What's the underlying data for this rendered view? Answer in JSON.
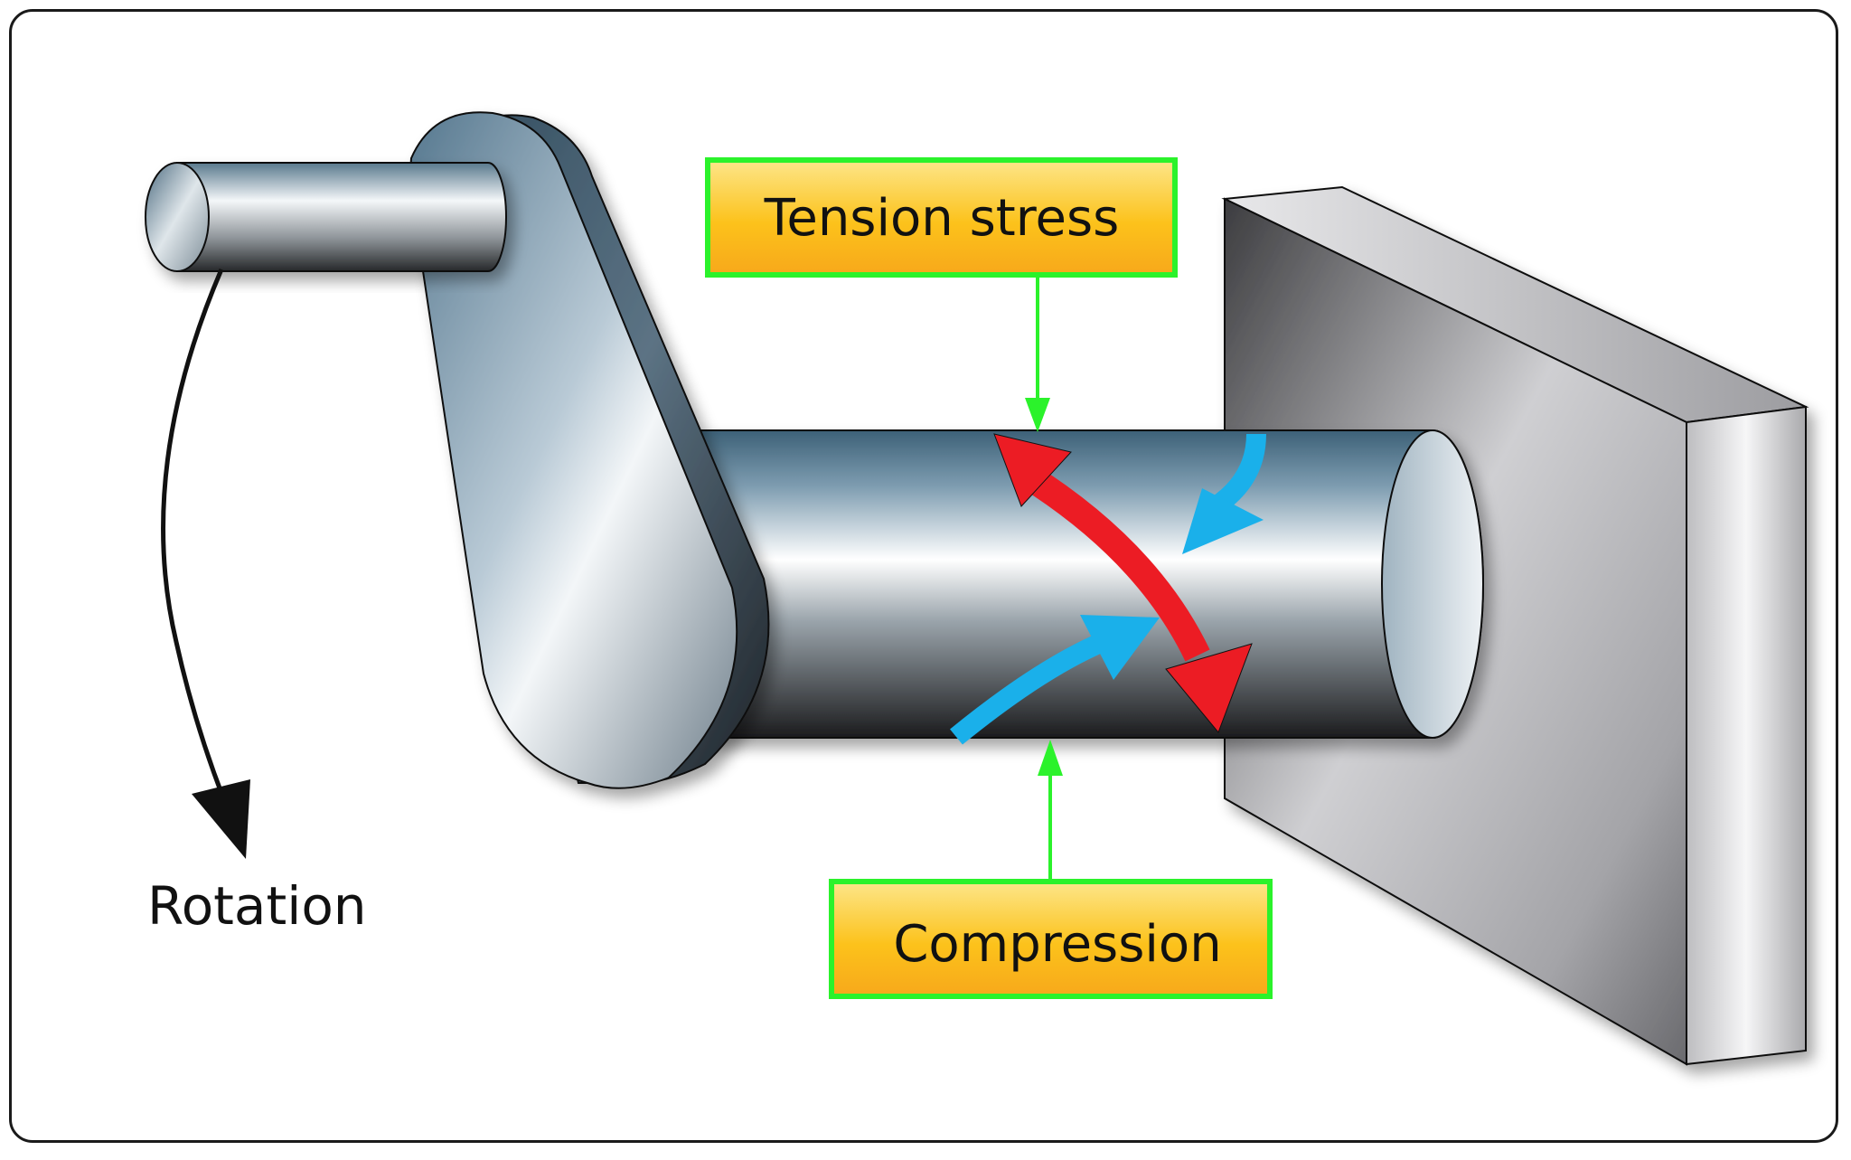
{
  "labels": {
    "tension": "Tension stress",
    "compression": "Compression",
    "rotation": "Rotation"
  },
  "colors": {
    "label_box_fill": "#fcc21b",
    "label_box_border": "#2bf22b",
    "pointer_arrow": "#2bf22b",
    "tension_arrow": "#ec1c24",
    "compression_arrow": "#1ab0ea",
    "rotation_arrow": "#111111"
  },
  "icons": [
    "rotation-arrow",
    "tension-arrow",
    "compression-arrow"
  ]
}
